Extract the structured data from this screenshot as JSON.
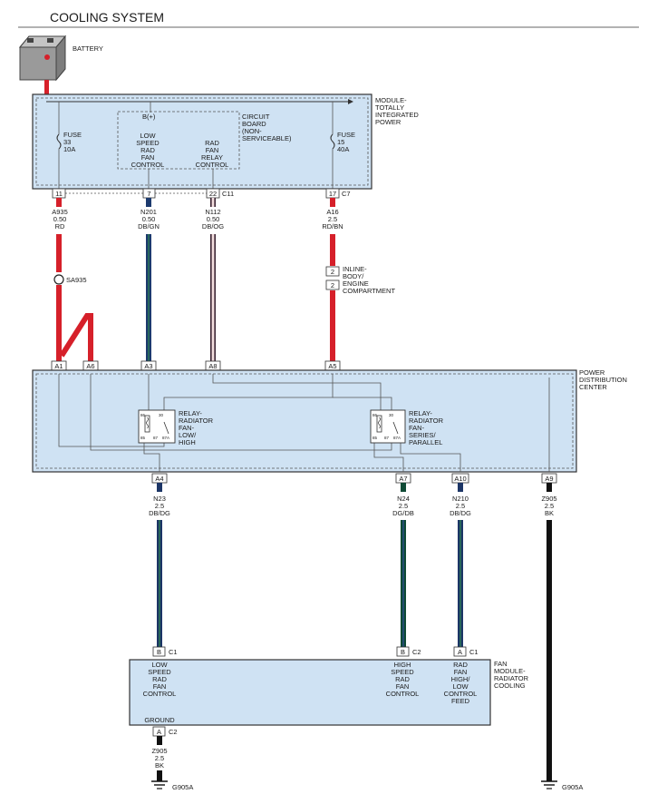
{
  "title": "COOLING SYSTEM",
  "battery": {
    "label": "BATTERY"
  },
  "tipm": {
    "name": [
      "MODULE-",
      "TOTALLY",
      "INTEGRATED",
      "POWER"
    ],
    "fuse_left": [
      "FUSE",
      "33",
      "10A"
    ],
    "fuse_right": [
      "FUSE",
      "15",
      "40A"
    ],
    "bplus": "B(+)",
    "circuit_board": [
      "CIRCUIT",
      "BOARD",
      "(NON-",
      "SERVICEABLE)"
    ],
    "low_speed": [
      "LOW",
      "SPEED",
      "RAD",
      "FAN",
      "CONTROL"
    ],
    "relay_control": [
      "RAD",
      "FAN",
      "RELAY",
      "CONTROL"
    ],
    "pins": [
      "11",
      "7",
      "22",
      "17"
    ],
    "conn_c11": "C11",
    "conn_c7": "C7"
  },
  "wires_top": [
    {
      "circuit": "A935",
      "gauge": "0.50",
      "color": "RD"
    },
    {
      "circuit": "N201",
      "gauge": "0.50",
      "color": "DB/GN"
    },
    {
      "circuit": "N112",
      "gauge": "0.50",
      "color": "DB/OG"
    },
    {
      "circuit": "A16",
      "gauge": "2.5",
      "color": "RD/BN"
    }
  ],
  "splice": "SA935",
  "inline": {
    "pins": [
      "2",
      "2"
    ],
    "label": [
      "INLINE-",
      "BODY/",
      "ENGINE",
      "COMPARTMENT"
    ]
  },
  "pdc": {
    "name": [
      "POWER",
      "DISTRIBUTION",
      "CENTER"
    ],
    "top_pins": [
      "A1",
      "A6",
      "A3",
      "A8",
      "A5"
    ],
    "bottom_pins": [
      "A4",
      "A7",
      "A10",
      "A9"
    ],
    "relay1": [
      "RELAY-",
      "RADIATOR",
      "FAN-",
      "LOW/",
      "HIGH"
    ],
    "relay2": [
      "RELAY-",
      "RADIATOR",
      "FAN-",
      "SERIES/",
      "PARALLEL"
    ],
    "relay_pins": [
      "86",
      "30",
      "85",
      "87",
      "87A"
    ]
  },
  "wires_bottom": [
    {
      "circuit": "N23",
      "gauge": "2.5",
      "color": "DB/DG"
    },
    {
      "circuit": "N24",
      "gauge": "2.5",
      "color": "DG/DB"
    },
    {
      "circuit": "N210",
      "gauge": "2.5",
      "color": "DB/DG"
    },
    {
      "circuit": "Z905",
      "gauge": "2.5",
      "color": "BK"
    }
  ],
  "fan_module": {
    "name": [
      "FAN",
      "MODULE-",
      "RADIATOR",
      "COOLING"
    ],
    "pins": [
      {
        "pin": "B",
        "conn": "C1"
      },
      {
        "pin": "B",
        "conn": "C2"
      },
      {
        "pin": "A",
        "conn": "C1"
      }
    ],
    "low_speed": [
      "LOW",
      "SPEED",
      "RAD",
      "FAN",
      "CONTROL"
    ],
    "high_speed": [
      "HIGH",
      "SPEED",
      "RAD",
      "FAN",
      "CONTROL"
    ],
    "feed": [
      "RAD",
      "FAN",
      "HIGH/",
      "LOW",
      "CONTROL",
      "FEED"
    ],
    "ground": "GROUND",
    "ground_pin": {
      "pin": "A",
      "conn": "C2"
    }
  },
  "ground_wire": {
    "circuit": "Z905",
    "gauge": "2.5",
    "color": "BK"
  },
  "grounds": [
    "G905A",
    "G905A"
  ],
  "colors": {
    "RD": "#d6202a",
    "DB/GN": "#1c3a6e",
    "DB/OG": "#3a2433",
    "DB/DG": "#1c3566",
    "DG/DB": "#0f4a35",
    "BK": "#111111",
    "module_fill": "#cfe2f3"
  }
}
